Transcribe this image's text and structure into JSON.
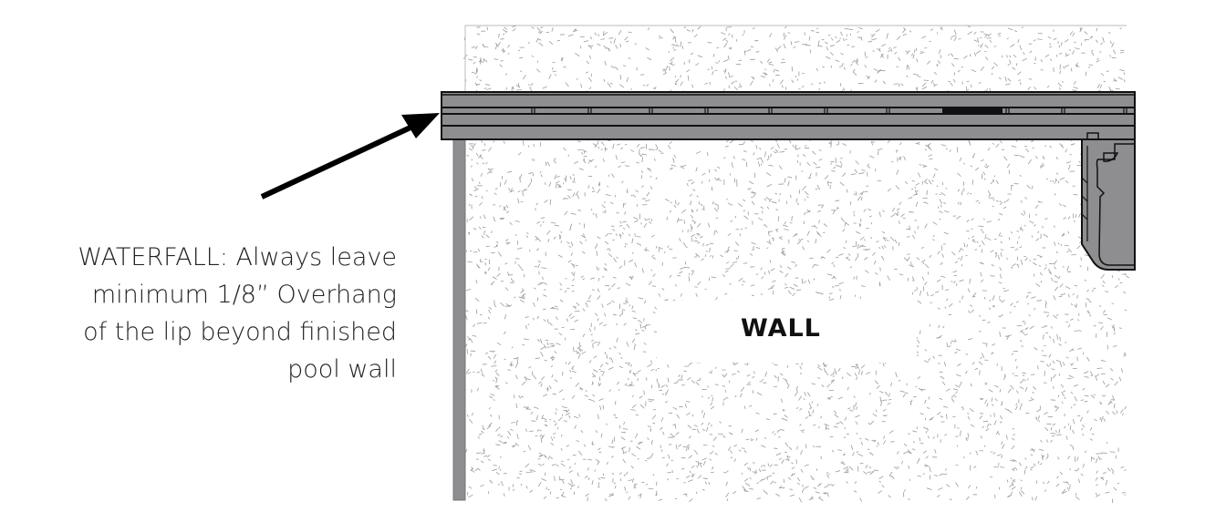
{
  "note": {
    "lines": [
      "WATERFALL: Always leave",
      "minimum 1/8” Overhang",
      "of the lip beyond finished",
      "pool wall"
    ]
  },
  "wall_label": "WALL",
  "colors": {
    "coping": "#8e8e91",
    "outline": "#111111",
    "stipple": "#9a9a9a",
    "pole": "#8e8e91"
  }
}
